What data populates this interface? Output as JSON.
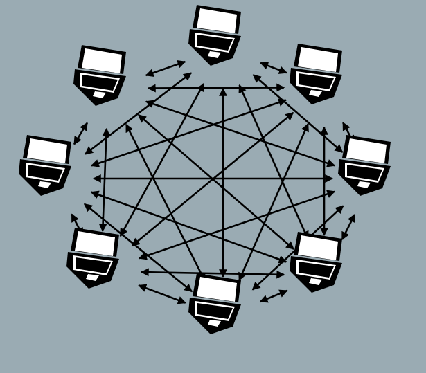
{
  "diagram": {
    "background_color": "#9aabb3",
    "stroke_color": "#000000",
    "node_icon": "laptop-icon",
    "nodes": [
      {
        "id": "top"
      },
      {
        "id": "upper-right"
      },
      {
        "id": "right"
      },
      {
        "id": "lower-right"
      },
      {
        "id": "bottom"
      },
      {
        "id": "lower-left"
      },
      {
        "id": "left"
      },
      {
        "id": "upper-left"
      }
    ],
    "connections": [
      [
        "top",
        "upper-right"
      ],
      [
        "upper-right",
        "right"
      ],
      [
        "right",
        "lower-right"
      ],
      [
        "lower-right",
        "bottom"
      ],
      [
        "bottom",
        "lower-left"
      ],
      [
        "lower-left",
        "left"
      ],
      [
        "left",
        "upper-left"
      ],
      [
        "upper-left",
        "top"
      ],
      [
        "upper-left",
        "upper-right"
      ],
      [
        "upper-left",
        "right"
      ],
      [
        "upper-left",
        "lower-right"
      ],
      [
        "upper-left",
        "bottom"
      ],
      [
        "upper-left",
        "lower-left"
      ],
      [
        "top",
        "right"
      ],
      [
        "top",
        "lower-right"
      ],
      [
        "top",
        "bottom"
      ],
      [
        "top",
        "lower-left"
      ],
      [
        "top",
        "left"
      ],
      [
        "upper-right",
        "lower-right"
      ],
      [
        "upper-right",
        "bottom"
      ],
      [
        "upper-right",
        "lower-left"
      ],
      [
        "upper-right",
        "left"
      ],
      [
        "right",
        "bottom"
      ],
      [
        "right",
        "lower-left"
      ],
      [
        "right",
        "left"
      ],
      [
        "lower-right",
        "lower-left"
      ],
      [
        "lower-right",
        "left"
      ],
      [
        "bottom",
        "left"
      ]
    ]
  }
}
